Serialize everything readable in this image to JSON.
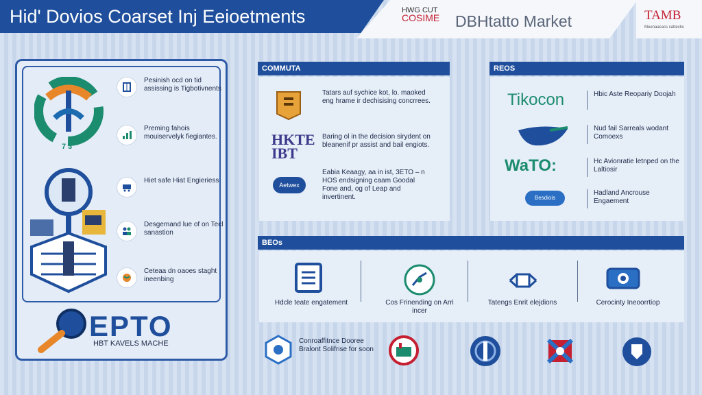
{
  "header": {
    "title": "Hid' Dovios Coarset Inj Eeioetments",
    "brand_small_top": "HWG CUT",
    "brand_small_red": "COSIME",
    "brand_big": "DBHtatto Market",
    "right_logo": "TAMB",
    "right_sub": "Meenaacacs cattectis"
  },
  "left_panel": {
    "items": [
      {
        "text": "Pesinish ocd on tid assissing is Tigbotivnents",
        "icon": "building-icon"
      },
      {
        "text": "Preming fahois mouiservelyk fiegiantes.",
        "icon": "chart-icon"
      },
      {
        "text": "Hiet safe Hiat Engieriess",
        "icon": "train-icon"
      },
      {
        "text": "Desgemand lue of on Tecl sanastion",
        "icon": "people-icon"
      },
      {
        "text": "Ceteaa dn oaoes staght ineenbing",
        "icon": "globe-icon"
      }
    ],
    "logo_number": "7 3",
    "epto": "EPTO",
    "epto_sub": "HBT KAVELS MACHE"
  },
  "middle": {
    "header": "COMMUTA",
    "rows": [
      {
        "text": "Tatars auf sychice kot, lo. maoked eng hrame ir dechisising concrrees.",
        "icon": "book-icon"
      },
      {
        "text": "Baring ol in the decision sirydent on bleanenif pr assist and bail engiots.",
        "logo": "HKTE IBT"
      },
      {
        "text": "Eabia Keaagy, aa in ist, 3ETO – n HOS endsigning caam Goodal Fone and, og of Leap and invertinent.",
        "badge": "Aetwex"
      }
    ]
  },
  "right": {
    "header": "REOS",
    "rows": [
      {
        "logo": "Tikocon",
        "text": "Hbic Aste Reopariy Doojah"
      },
      {
        "logo": "",
        "text": "Nud fail Sarreals wodant Comoexs"
      },
      {
        "logo": "WaTO:",
        "text": "Hc Avionratie letnped on the Laltiosir"
      },
      {
        "logo": "Besdiois",
        "text": "Hadland Ancrouse Engaement"
      }
    ]
  },
  "bottom": {
    "header": "BEOs",
    "items": [
      {
        "text": "Hdcle teate engatement",
        "icon": "document-icon"
      },
      {
        "text": "Cos Frinending on Arri incer",
        "icon": "compass-icon"
      },
      {
        "text": "Tatengs Enrit elejdions",
        "icon": "network-icon"
      },
      {
        "text": "Cerocinty Ineoorrtiop",
        "icon": "device-icon"
      }
    ],
    "footer_text": "Conroaffitnce Dooree Bralont Solifrise for soon",
    "footer_icons": [
      "hexagon-gear-icon",
      "factory-icon",
      "connector-icon",
      "cross-badge-icon",
      "shield-icon"
    ]
  },
  "colors": {
    "accent": "#1f4f9c",
    "brand_red": "#c42032",
    "green": "#1c8c6e",
    "background": "#cfdcee"
  }
}
